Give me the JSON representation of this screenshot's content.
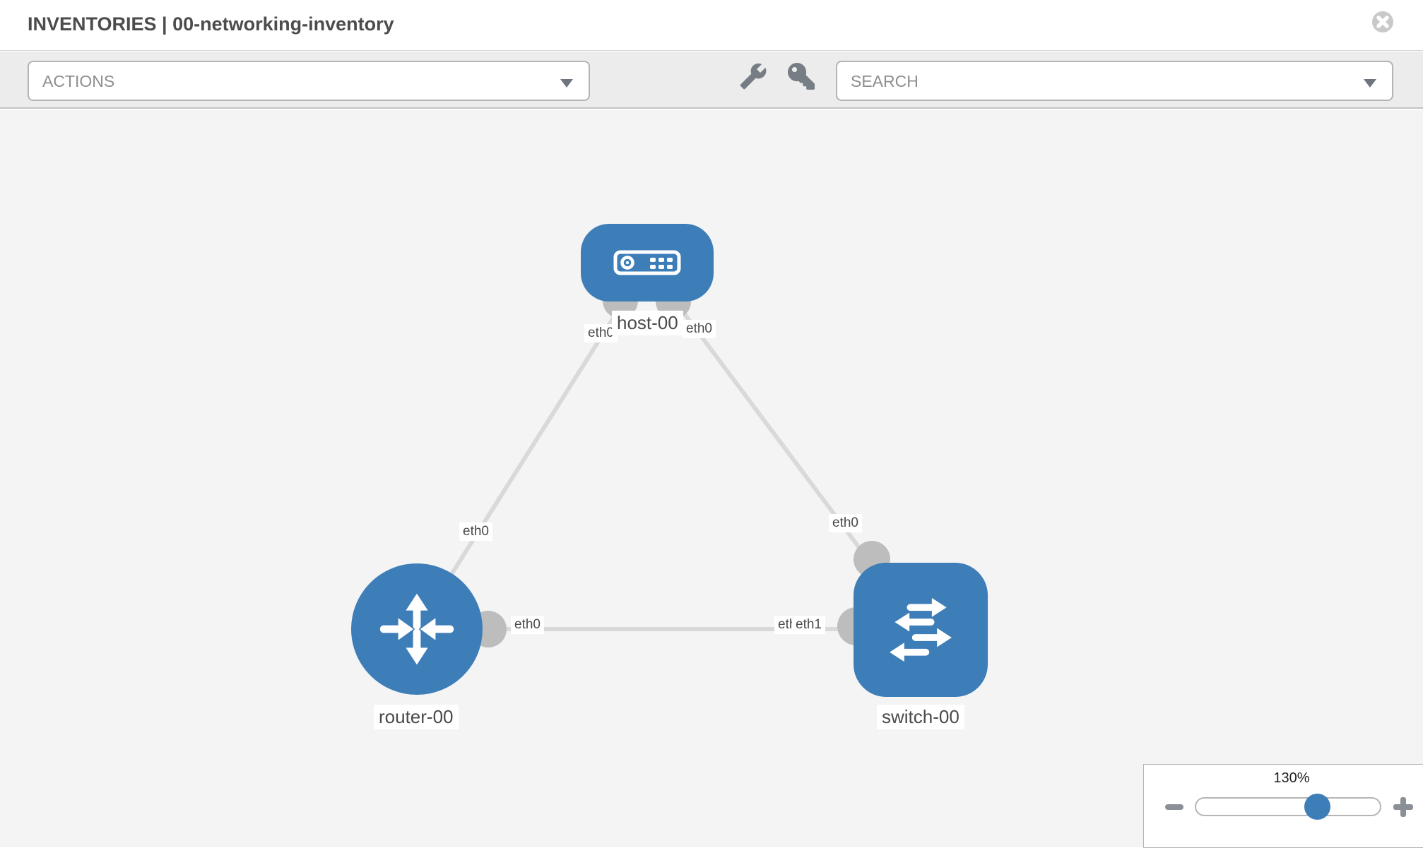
{
  "header": {
    "title": "INVENTORIES | 00-networking-inventory"
  },
  "toolbar": {
    "actions_label": "ACTIONS",
    "search_label": "SEARCH"
  },
  "topology": {
    "nodes": [
      {
        "label": "host-00",
        "type": "host"
      },
      {
        "label": "router-00",
        "type": "router"
      },
      {
        "label": "switch-00",
        "type": "switch"
      }
    ],
    "links": [
      {
        "source": "host-00",
        "source_interface": "eth0",
        "target": "router-00",
        "target_interface": "eth0"
      },
      {
        "source": "host-00",
        "source_interface": "eth0",
        "target": "switch-00",
        "target_interface": "eth0"
      },
      {
        "source": "router-00",
        "source_interface": "eth0",
        "target": "switch-00",
        "target_interface": "eth1"
      }
    ],
    "interface_labels": {
      "host_left": "eth0",
      "host_right": "eth0",
      "host_router_mid": "eth0",
      "host_switch_mid": "eth0",
      "router_right": "eth0",
      "switch_left_back": "eth0",
      "switch_left_front": "eth1"
    }
  },
  "zoom_control": {
    "level": "130%"
  },
  "colors": {
    "node_blue": "#3d7db8",
    "port_gray": "#bdbdbd",
    "link_gray": "#d9d9d9",
    "toolbar_gray": "#ececec",
    "canvas_gray": "#f4f4f4"
  }
}
